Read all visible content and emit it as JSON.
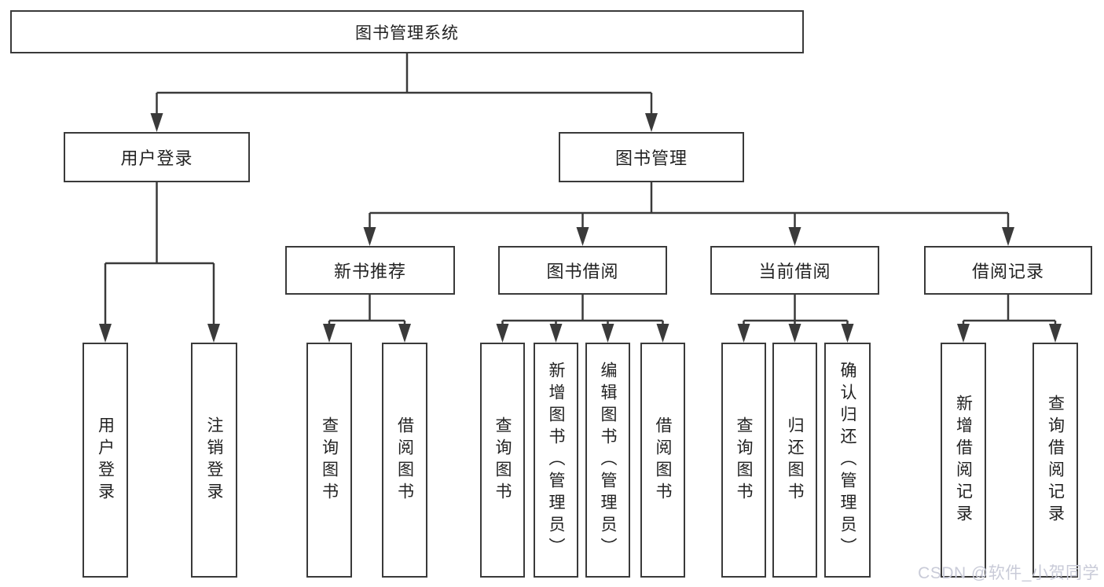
{
  "tree": {
    "label": "图书管理系统",
    "children": [
      {
        "label": "用户登录",
        "children": [
          {
            "label": "用户登录"
          },
          {
            "label": "注销登录"
          }
        ]
      },
      {
        "label": "图书管理",
        "children": [
          {
            "label": "新书推荐",
            "children": [
              {
                "label": "查询图书"
              },
              {
                "label": "借阅图书"
              }
            ]
          },
          {
            "label": "图书借阅",
            "children": [
              {
                "label": "查询图书"
              },
              {
                "label": "新增图书（管理员）"
              },
              {
                "label": "编辑图书（管理员）"
              },
              {
                "label": "借阅图书"
              }
            ]
          },
          {
            "label": "当前借阅",
            "children": [
              {
                "label": "查询图书"
              },
              {
                "label": "归还图书"
              },
              {
                "label": "确认归还（管理员）"
              }
            ]
          },
          {
            "label": "借阅记录",
            "children": [
              {
                "label": "新增借阅记录"
              },
              {
                "label": "查询借阅记录"
              }
            ]
          }
        ]
      }
    ]
  },
  "watermark": {
    "text": "CSDN @软件_小贺同学"
  },
  "colors": {
    "line": "#3a3a3a",
    "box_border": "#3a3a3a",
    "text": "#222222",
    "watermark": "#c9cbd8",
    "background": "#ffffff"
  }
}
